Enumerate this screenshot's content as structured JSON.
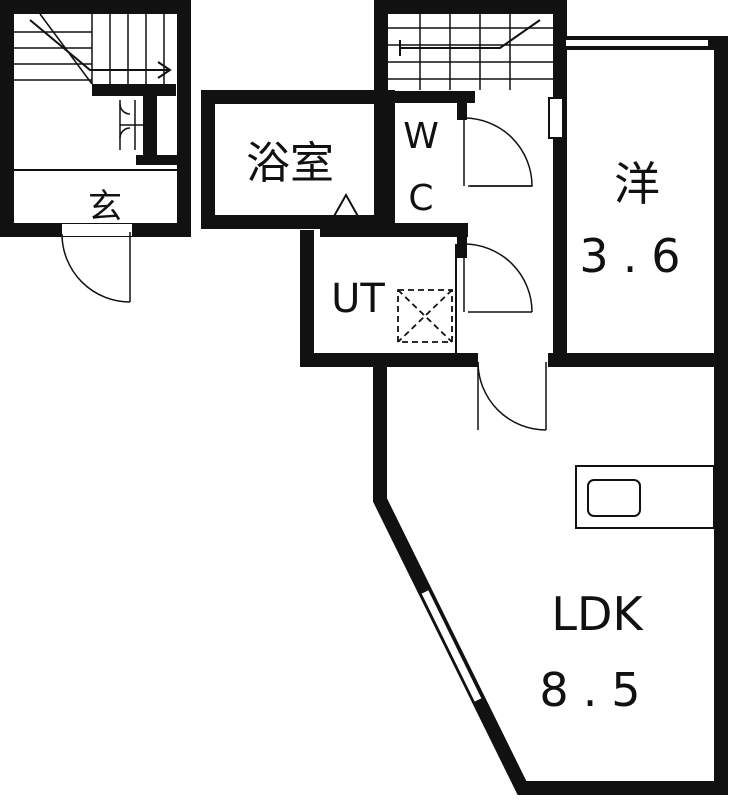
{
  "rooms": {
    "entrance": {
      "label": "玄"
    },
    "bathroom": {
      "label": "浴室"
    },
    "toilet": {
      "label_line1": "W",
      "label_line2": "C"
    },
    "utility": {
      "label": "UT"
    },
    "western_room": {
      "label": "洋",
      "size": "3.6"
    },
    "ldk": {
      "label": "LDK",
      "size": "8.5"
    }
  }
}
